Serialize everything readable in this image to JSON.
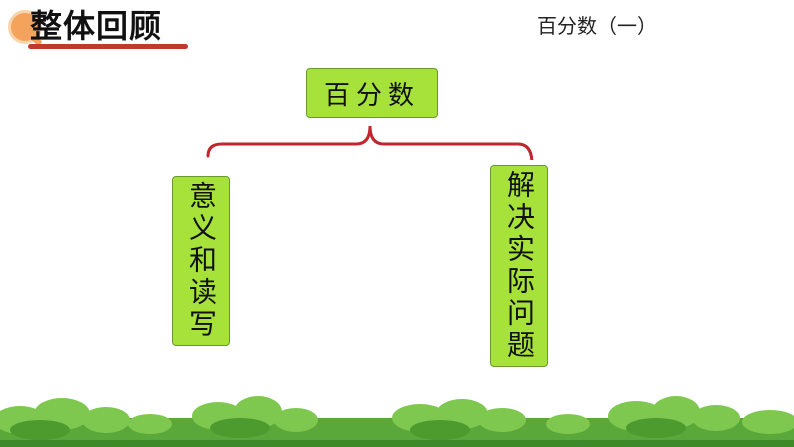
{
  "header": {
    "title": "整体回顾",
    "lesson": "百分数（一）"
  },
  "mindmap": {
    "root": "百分数",
    "branches": [
      "意义和读写",
      "解决实际问题"
    ]
  },
  "colors": {
    "box_fill": "#a6e23a",
    "brace": "#c0262d",
    "title_underline": "#c0392b",
    "grass": "#7ec850"
  }
}
